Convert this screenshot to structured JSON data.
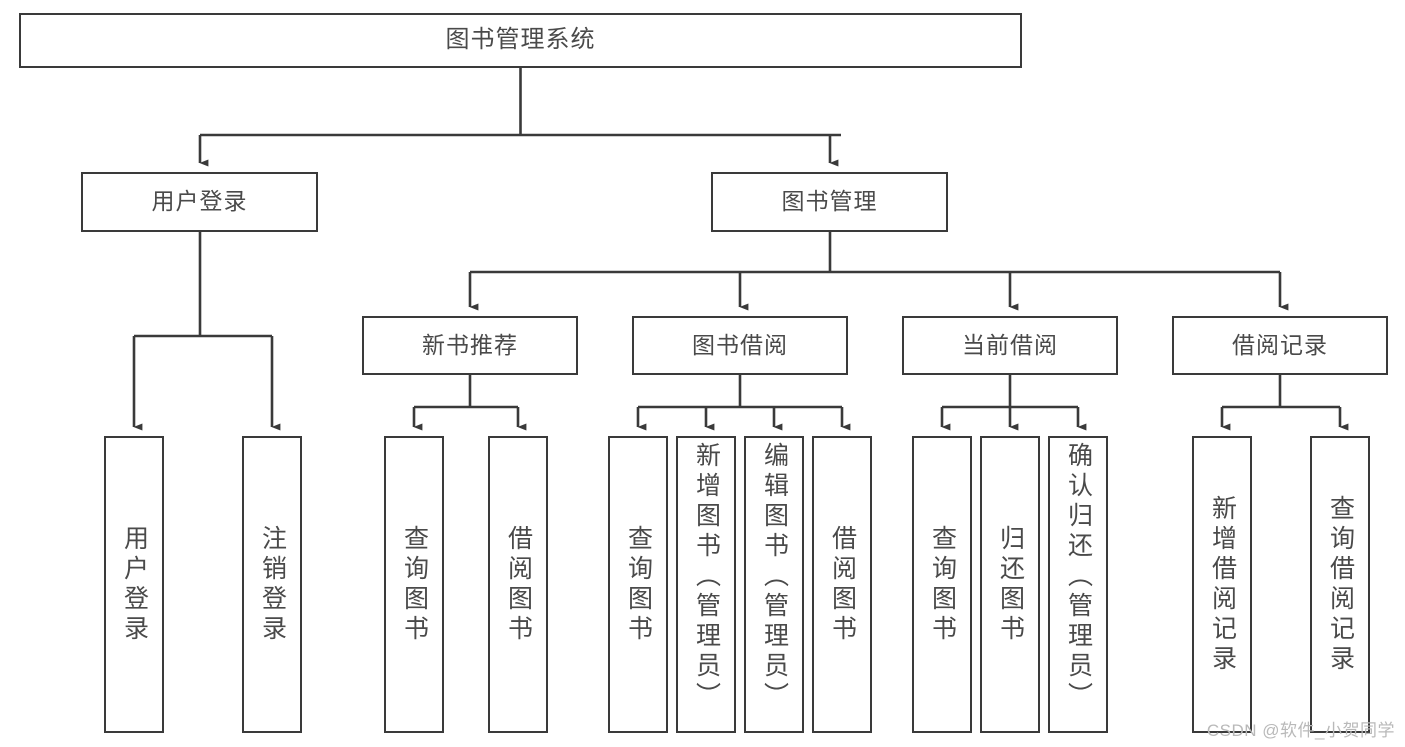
{
  "diagram": {
    "type": "tree",
    "title": "图书管理系统",
    "root": {
      "label": "图书管理系统"
    },
    "level2": [
      {
        "label": "用户登录"
      },
      {
        "label": "图书管理"
      }
    ],
    "level3": [
      {
        "label": "新书推荐"
      },
      {
        "label": "图书借阅"
      },
      {
        "label": "当前借阅"
      },
      {
        "label": "借阅记录"
      }
    ],
    "leaves": {
      "user_login": [
        {
          "label": "用户登录"
        },
        {
          "label": "注销登录"
        }
      ],
      "new_book_recommend": [
        {
          "label": "查询图书"
        },
        {
          "label": "借阅图书"
        }
      ],
      "book_borrow": [
        {
          "label": "查询图书"
        },
        {
          "label": "新增图书（管理员）"
        },
        {
          "label": "编辑图书（管理员）"
        },
        {
          "label": "借阅图书"
        }
      ],
      "current_borrow": [
        {
          "label": "查询图书"
        },
        {
          "label": "归还图书"
        },
        {
          "label": "确认归还（管理员）"
        }
      ],
      "borrow_record": [
        {
          "label": "新增借阅记录"
        },
        {
          "label": "查询借阅记录"
        }
      ]
    }
  },
  "watermark": {
    "text": "CSDN @软件_小贺同学"
  },
  "colors": {
    "stroke": "#3a3a3a",
    "text": "#4a4a4a",
    "background": "#ffffff",
    "watermark": "#b9b9b9"
  }
}
